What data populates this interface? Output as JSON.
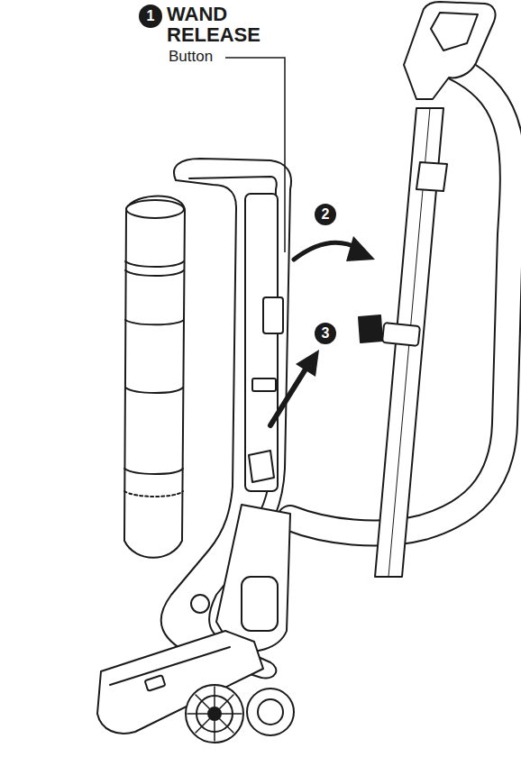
{
  "diagram": {
    "nodes": [
      {
        "text": [
          "1"
        ]
      },
      {
        "text": [
          "2"
        ]
      },
      {
        "text": [
          "3"
        ]
      }
    ],
    "labels": [
      "WAND RELEASE",
      "Button"
    ]
  }
}
